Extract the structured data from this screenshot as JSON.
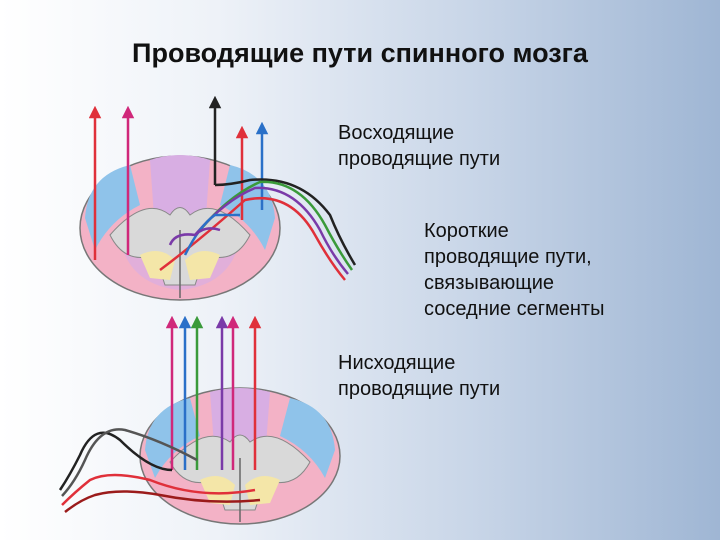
{
  "slide": {
    "title": "Проводящие пути спинного мозга"
  },
  "labels": {
    "ascending": [
      "Восходящие",
      "проводящие пути"
    ],
    "short": [
      "Короткие",
      "проводящие пути,",
      "связывающие",
      "соседние сегменты"
    ],
    "descending": [
      "Нисходящие",
      "проводящие пути"
    ]
  },
  "colors": {
    "pink_matter": "#f3b2c6",
    "purple_matter": "#d8aee3",
    "blue_matter": "#8fc3ea",
    "grey_matter": "#d9d9d9",
    "cream_matter": "#f4e6a8",
    "red": "#e0303a",
    "dark_red": "#9b1b1b",
    "magenta": "#d0287a",
    "black": "#222222",
    "green": "#3a9a3a",
    "blue": "#2a70c8",
    "purple": "#7a3aa8"
  }
}
